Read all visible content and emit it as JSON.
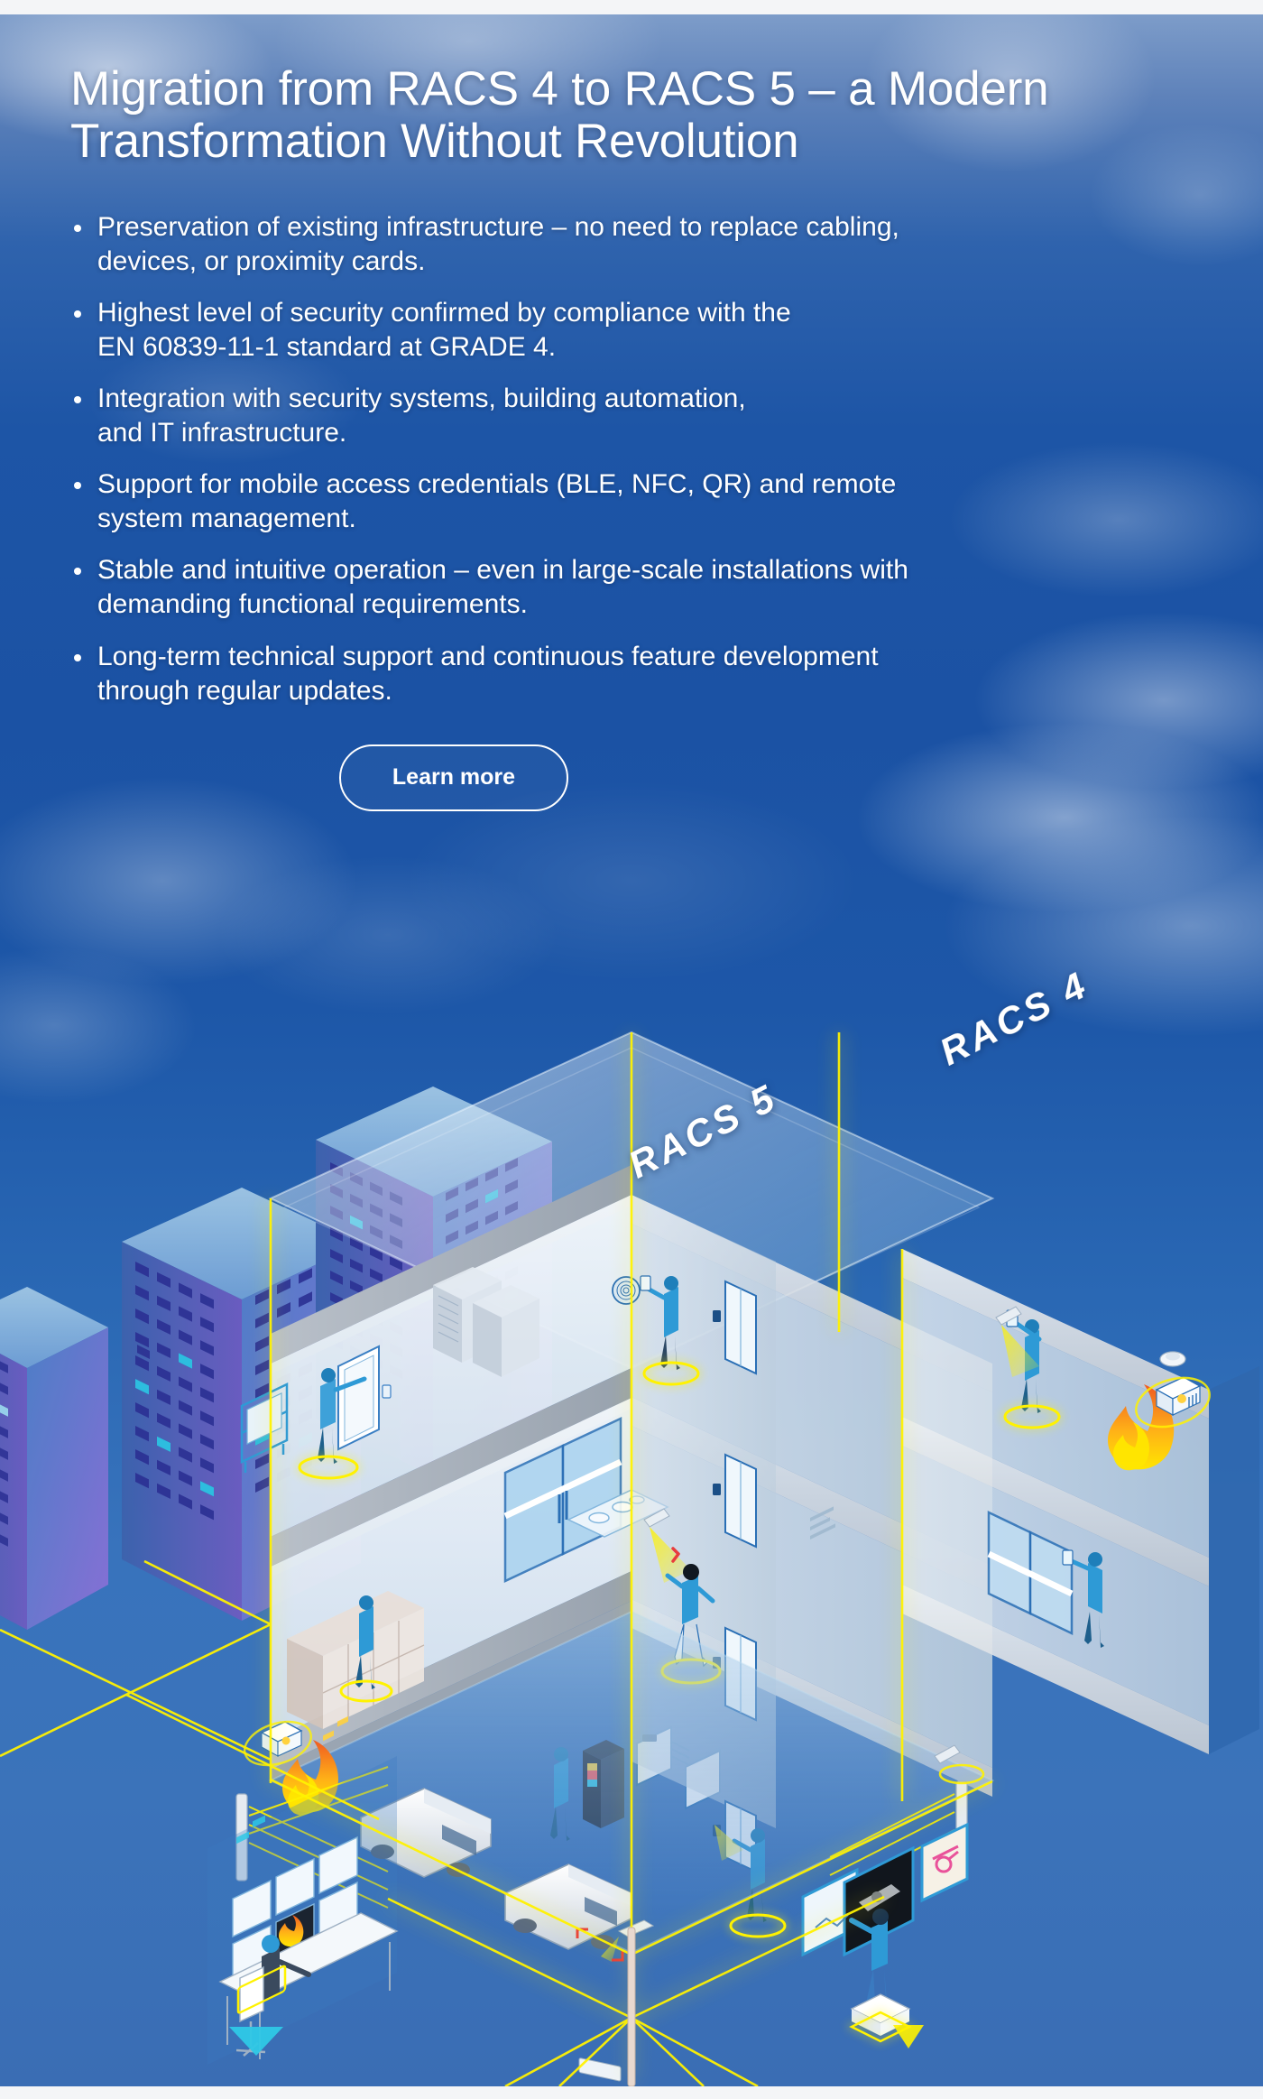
{
  "page": {
    "background_top_color": "#7d9cc9",
    "background_mid_color": "#1b52a4",
    "background_bottom_color": "#3a6db4",
    "edge_strip_color": "#f4f5f7"
  },
  "headline": "Migration from RACS 4 to RACS 5 – a Modern\nTransformation Without Revolution",
  "bullets": [
    "Preservation of existing infrastructure – no need to replace cabling,\ndevices, or proximity cards.",
    "Highest level of security confirmed by compliance with the\nEN 60839-11-1 standard at GRADE 4.",
    "Integration with security systems, building automation,\nand IT infrastructure.",
    "Support for mobile access credentials (BLE, NFC, QR) and remote\nsystem management.",
    "Stable and intuitive operation – even in large-scale installations with\ndemanding functional requirements.",
    "Long-term technical support and continuous feature development\nthrough regular updates."
  ],
  "cta": {
    "label": "Learn more",
    "text_color": "#ffffff",
    "border_color": "#ffffff"
  },
  "illustration": {
    "racs5_label": "RACS 5",
    "racs4_label": "RACS 4",
    "accent_line_color": "#f5e300",
    "building_glass_color": "#cfe3f2",
    "floor_slab_color": "#d8dce1",
    "figure_color": "#2e9ad6",
    "fire_color": "#f7941e",
    "city_building_color": "#6f6fd0",
    "city_window_color": "#2ec8e6"
  }
}
